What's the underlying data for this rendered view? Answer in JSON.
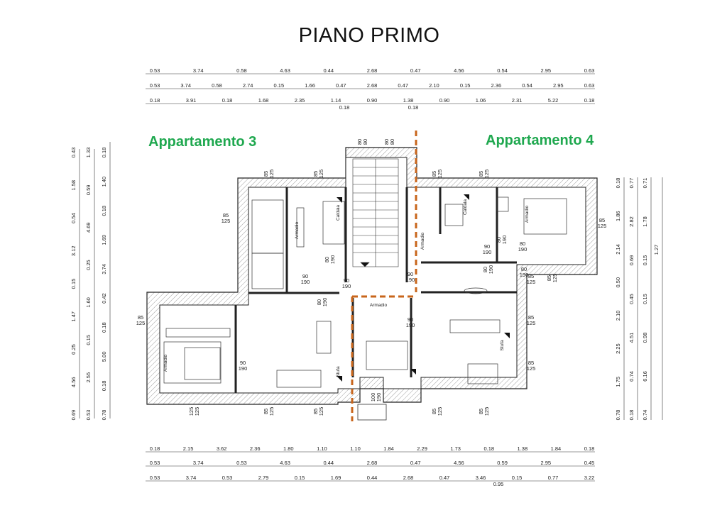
{
  "title": "PIANO PRIMO",
  "apartments": {
    "left": "Appartamento 3",
    "right": "Appartamento 4"
  },
  "colors": {
    "apartment_label": "#1fa84f",
    "divider": "#c8651b",
    "wall": "#222222",
    "hatch": "#888888"
  },
  "dimensions": {
    "top_rows": [
      [
        "0.53",
        "3.74",
        "0.58",
        "4.63",
        "0.44",
        "2.68",
        "0.47",
        "4.56",
        "0.54",
        "2.95",
        "0.63"
      ],
      [
        "0.53",
        "3.74",
        "0.58",
        "2.74",
        "0.15",
        "1.66",
        "0.47",
        "2.68",
        "0.47",
        "2.10",
        "0.15",
        "2.36",
        "0.54",
        "2.95",
        "0.63"
      ],
      [
        "0.18",
        "3.91",
        "0.18",
        "1.68",
        "2.35",
        "1.14",
        "0.90",
        "1.38",
        "0.90",
        "1.06",
        "2.31",
        "5.22",
        "0.18"
      ]
    ],
    "top_sub": [
      "0.18",
      "0.18"
    ],
    "bottom_rows": [
      [
        "0.18",
        "2.15",
        "3.62",
        "2.36",
        "1.80",
        "1.10",
        "1.10",
        "1.84",
        "2.29",
        "1.73",
        "0.18",
        "1.38",
        "1.84",
        "0.18"
      ],
      [
        "0.53",
        "3.74",
        "0.53",
        "4.63",
        "0.44",
        "2.68",
        "0.47",
        "4.56",
        "0.59",
        "2.95",
        "0.45"
      ],
      [
        "0.53",
        "3.74",
        "0.53",
        "2.79",
        "0.15",
        "1.69",
        "0.44",
        "2.68",
        "0.47",
        "3.46",
        "0.15",
        "0.77",
        "3.22"
      ]
    ],
    "bottom_sub": [
      "0.95"
    ],
    "left_cols": [
      [
        "0.43",
        "1.58",
        "0.54",
        "3.12",
        "0.15",
        "1.47",
        "0.25",
        "4.56",
        "0.69"
      ],
      [
        "1.33",
        "0.59",
        "4.69",
        "0.25",
        "1.60",
        "0.15",
        "2.55",
        "0.53"
      ],
      [
        "0.18",
        "1.40",
        "0.18",
        "1.69",
        "3.74",
        "0.42",
        "0.18",
        "5.00",
        "0.18",
        "0.78"
      ]
    ],
    "right_cols": [
      [
        "0.18",
        "1.86",
        "2.14",
        "0.50",
        "2.10",
        "2.25",
        "1.75",
        "0.78"
      ],
      [
        "0.77",
        "2.82",
        "0.69",
        "0.45",
        "4.51",
        "0.74",
        "0.18"
      ],
      [
        "0.71",
        "1.78",
        "0.15",
        "0.15",
        "0.98",
        "6.16",
        "0.74"
      ],
      [
        "1.27"
      ]
    ]
  },
  "openings": [
    {
      "w": "85",
      "h": "125"
    },
    {
      "w": "90",
      "h": "190"
    },
    {
      "w": "80",
      "h": "190"
    },
    {
      "w": "80",
      "h": "80"
    },
    {
      "w": "125",
      "h": "125"
    },
    {
      "w": "100",
      "h": "190"
    }
  ],
  "room_labels": {
    "wardrobe": "Armadio",
    "boiler": "Caldaia",
    "stove": "Stufa"
  }
}
